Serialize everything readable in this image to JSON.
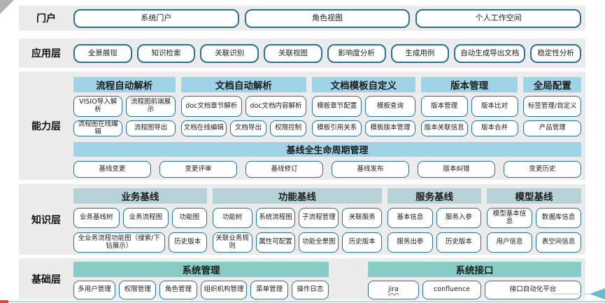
{
  "colors": {
    "band_bg": "#ececec",
    "header_blue": "#9fd3e6",
    "header_gray_teal": "#b6d2d6",
    "header_teal": "#87ccc6",
    "box_border": "#2a708f",
    "accent_arrow": "#67bac9",
    "bottom_line": "#aed4e8",
    "corner_gray": "#b3b3b3",
    "spell_red": "#d9453d"
  },
  "layers": {
    "portal": {
      "label": "门户",
      "buttons": [
        "系统门户",
        "角色视图",
        "个人工作空间"
      ]
    },
    "application": {
      "label": "应用层",
      "buttons": [
        "全景展现",
        "知识检索",
        "关联识别",
        "关联视图",
        "影响度分析",
        "生成用例",
        "自动生成导出文档",
        "稳定性分析"
      ]
    },
    "capability": {
      "label": "能力层",
      "groups": [
        {
          "header": "流程自动解析",
          "row1": [
            "VISIO导入解析",
            "流程图前端展示"
          ],
          "row2": [
            "流程图在线编辑",
            "流程图导出"
          ]
        },
        {
          "header": "文档自动解析",
          "row1": [
            "doc文档章节解析",
            "doc文档内容解析"
          ],
          "row2": [
            "文档在线编辑",
            "文档导出",
            "权限控制"
          ]
        },
        {
          "header": "文档模板自定义",
          "row1": [
            "模板章节配置",
            "模板查询"
          ],
          "row2": [
            "模板引用关系",
            "模板版本管理"
          ]
        },
        {
          "header": "版本管理",
          "row1": [
            "版本管理",
            "版本比对"
          ],
          "row2": [
            "版本关联信息",
            "版本合并"
          ]
        },
        {
          "header": "全局配置",
          "row1": [
            "标签管理/自定义"
          ],
          "row2": [
            "产品管理"
          ]
        }
      ],
      "baseline": {
        "header": "基线全生命周期管理",
        "buttons": [
          "基线变更",
          "变更评审",
          "基线修订",
          "基线发布",
          "版本纠错",
          "变更历史"
        ]
      }
    },
    "knowledge": {
      "label": "知识层",
      "groups": [
        {
          "header": "业务基线",
          "row1": [
            "业务基线树",
            "业务流程图",
            "功能图"
          ],
          "row2": [
            "全业务流程功能图（搜索/下钻展示）",
            "历史版本"
          ]
        },
        {
          "header": "功能基线",
          "row1": [
            "功能树",
            "系统流程图",
            "子流程管理",
            "关联服务"
          ],
          "row2": [
            "关联业务规则",
            "属性可配置",
            "功能全景图",
            "历史版本"
          ]
        },
        {
          "header": "服务基线",
          "row1": [
            "基本信息",
            "服务入参"
          ],
          "row2": [
            "服务出参",
            "历史版本"
          ]
        },
        {
          "header": "模型基线",
          "row1": [
            "模型基本信息",
            "数据库信息"
          ],
          "row2": [
            "用户信息",
            "表空间信息"
          ]
        }
      ]
    },
    "foundation": {
      "label": "基础层",
      "groups": [
        {
          "header": "系统管理",
          "buttons": [
            "多用户管理",
            "权限管理",
            "角色管理",
            "组织机构管理",
            "菜单管理",
            "操作日志"
          ]
        },
        {
          "header": "系统接口",
          "buttons": [
            "jira",
            "confluence",
            "接口自动化平台"
          ]
        }
      ]
    }
  }
}
